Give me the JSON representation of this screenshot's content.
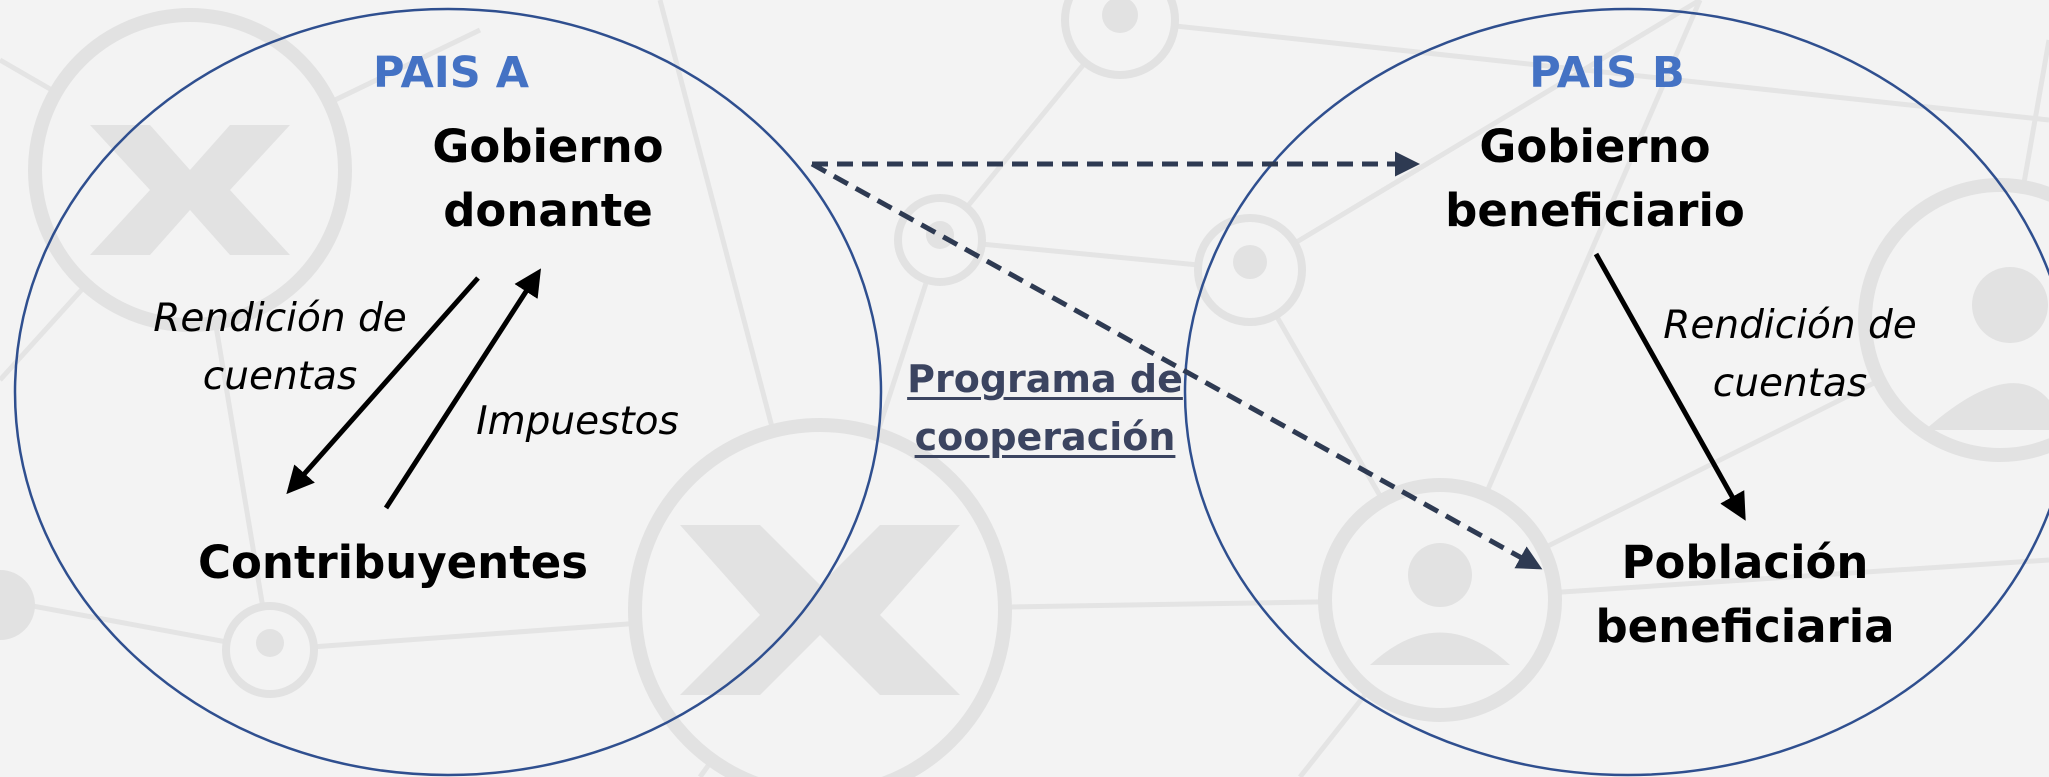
{
  "country_a": {
    "title": "PAIS A"
  },
  "country_b": {
    "title": "PAIS B"
  },
  "nodes": {
    "donor_government": [
      "Gobierno",
      "donante"
    ],
    "taxpayers": "Contribuyentes",
    "beneficiary_government": [
      "Gobierno",
      "beneficiario"
    ],
    "beneficiary_population": [
      "Población",
      "beneficiaria"
    ]
  },
  "relations": {
    "accountability_a": [
      "Rendición de",
      "cuentas"
    ],
    "taxes": "Impuestos",
    "accountability_b": [
      "Rendición de",
      "cuentas"
    ],
    "cooperation_program": [
      "Programa de",
      "cooperación"
    ]
  },
  "colors": {
    "background": "#f3f3f3",
    "ellipse_stroke": "#2f4f8f",
    "country_title": "#4472c4",
    "dashed_arrow": "#2e3a52",
    "solid_arrow": "#000000",
    "watermark": "#e3e3e3"
  }
}
